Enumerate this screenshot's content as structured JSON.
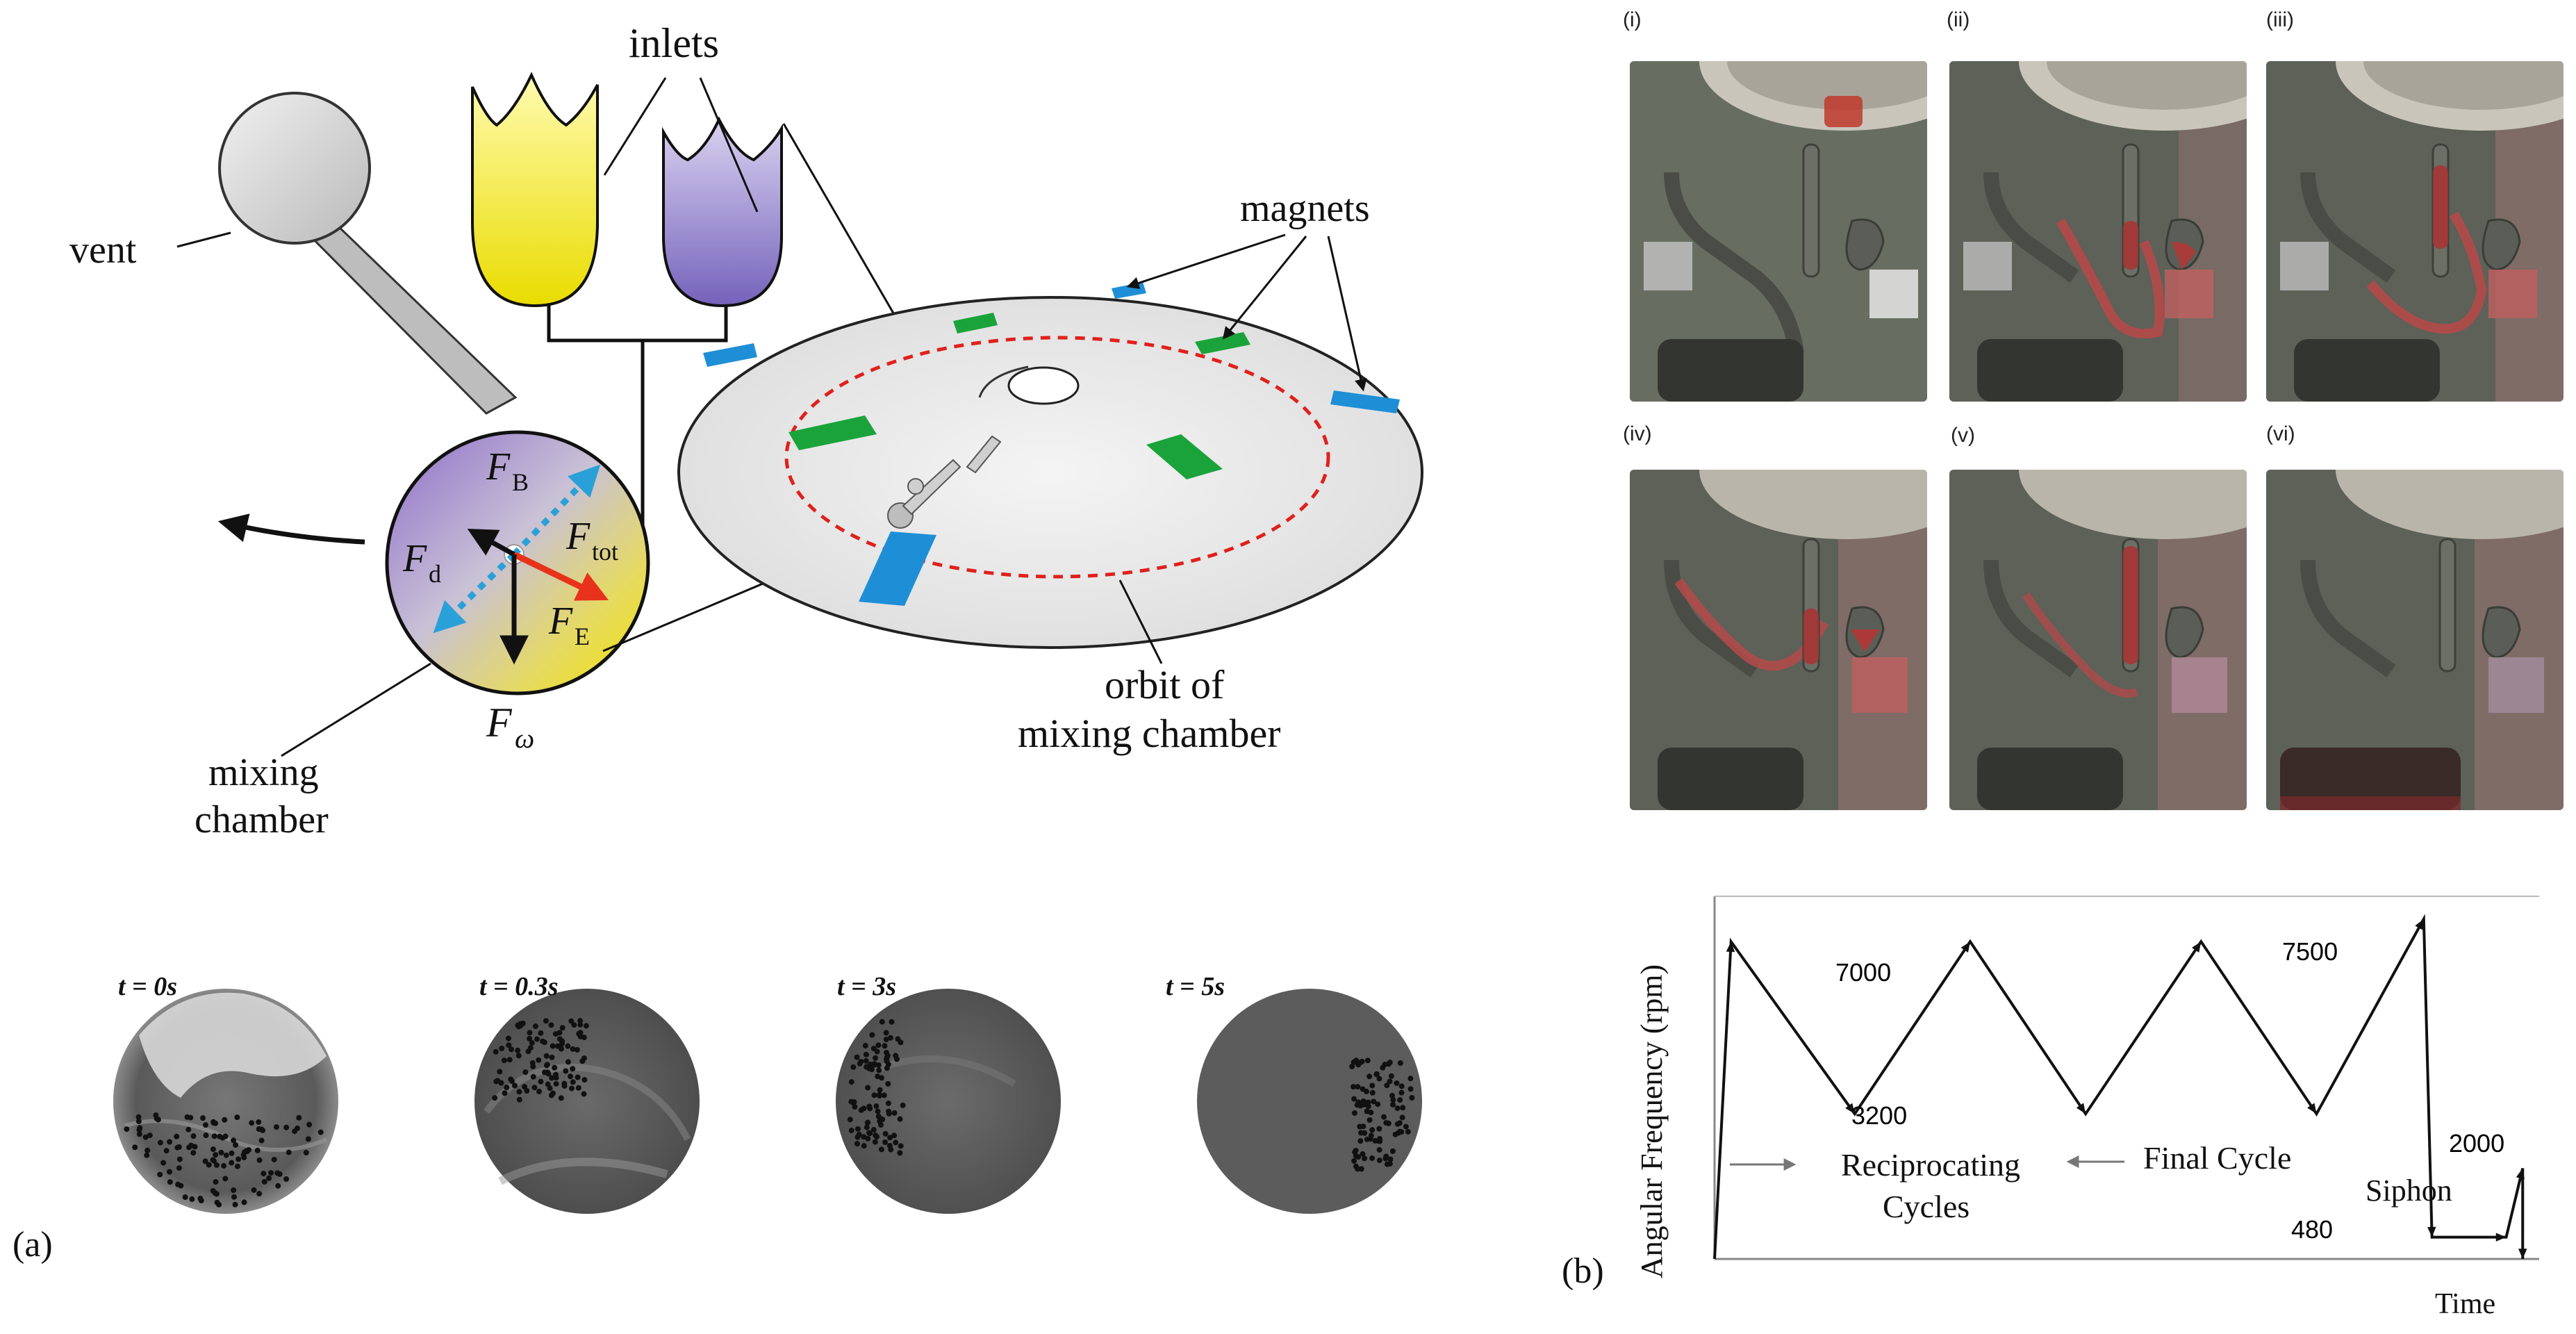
{
  "panel_a": {
    "tag": "(a)",
    "labels": {
      "inlets": "inlets",
      "vent": "vent",
      "magnets": "magnets",
      "orbit_line1": "orbit of",
      "orbit_line2": "mixing chamber",
      "mixing_line1": "mixing",
      "mixing_line2": "chamber",
      "f_b": "F",
      "f_b_sub": "B",
      "f_d": "F",
      "f_d_sub": "d",
      "f_tot": "F",
      "f_tot_sub": "tot",
      "f_e": "F",
      "f_e_sub": "E",
      "f_w": "F",
      "f_w_sub": "ω"
    },
    "snapshots": [
      {
        "label": "t = 0s"
      },
      {
        "label": "t = 0.3s"
      },
      {
        "label": "t = 3s"
      },
      {
        "label": "t = 5s"
      }
    ],
    "colors": {
      "yellow_inlet": "#f2e600",
      "purple_inlet": "#8a78c8",
      "magnet_blue": "#1e8fd6",
      "magnet_green": "#1aa33a",
      "orbit_red": "#e0201c",
      "force_red": "#e8321c"
    }
  },
  "panel_b": {
    "tag": "(b)",
    "photos": [
      {
        "caption": "(i)"
      },
      {
        "caption": "(ii)"
      },
      {
        "caption": "(iii)"
      },
      {
        "caption": "(iv)"
      },
      {
        "caption": "(v)"
      },
      {
        "caption": "(vi)"
      }
    ],
    "chart": {
      "ylabel": "Angular Frequency (rpm)",
      "xlabel": "Time",
      "annotations": {
        "v7000": "7000",
        "v3200": "3200",
        "v7500": "7500",
        "v480": "480",
        "v2000": "2000",
        "reciprocating_line1": "Reciprocating",
        "reciprocating_line2": "Cycles",
        "final_cycle": "Final  Cycle",
        "siphon": "Siphon"
      }
    }
  },
  "chart_data": {
    "type": "line",
    "title": "",
    "xlabel": "Time",
    "ylabel": "Angular Frequency (rpm)",
    "x": [
      0,
      0.02,
      0.17,
      0.31,
      0.45,
      0.59,
      0.73,
      0.86,
      0.87,
      0.96,
      0.98,
      0.98
    ],
    "values": [
      0,
      7000,
      3200,
      7000,
      3200,
      7000,
      3200,
      7500,
      480,
      480,
      2000,
      0
    ],
    "ylim": [
      0,
      8000
    ],
    "grid": false
  }
}
